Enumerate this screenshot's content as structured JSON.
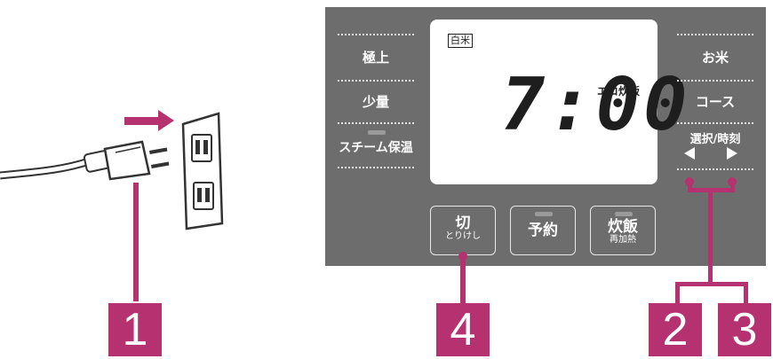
{
  "panel": {
    "left_menu": [
      {
        "label": "極上"
      },
      {
        "label": "少量"
      },
      {
        "label": "スチーム保温"
      }
    ],
    "right_menu": [
      {
        "label": "お米"
      },
      {
        "label": "コース"
      },
      {
        "label": "選択/時刻"
      }
    ],
    "display": {
      "badge": "白米",
      "mode": "エコ炊飯",
      "time": "7:00"
    },
    "buttons": {
      "cancel": {
        "label": "切",
        "sub": "とりけし"
      },
      "timer": {
        "label": "予約"
      },
      "cook": {
        "label": "炊飯",
        "sub": "再加熱"
      }
    }
  },
  "callouts": [
    "1",
    "4",
    "2",
    "3"
  ],
  "colors": {
    "panel": "#6d6d6d",
    "accent": "#b5316f",
    "display": "#ffffff"
  }
}
